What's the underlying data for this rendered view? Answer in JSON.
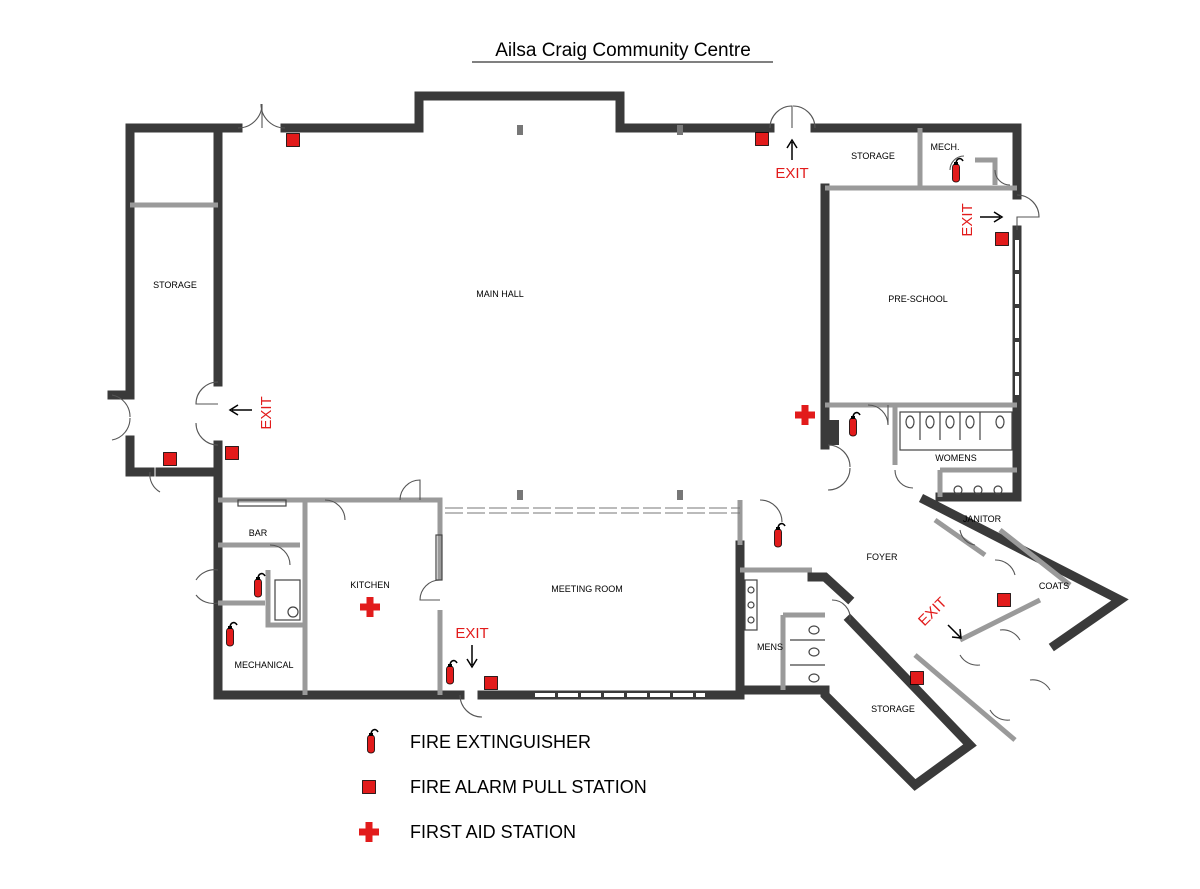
{
  "title": "Ailsa Craig Community Centre",
  "rooms": {
    "storage_west": "STORAGE",
    "main_hall": "MAIN HALL",
    "storage_ne": "STORAGE",
    "mech": "MECH.",
    "pre_school": "PRE-SCHOOL",
    "womens": "WOMENS",
    "janitor": "JANITOR",
    "foyer": "FOYER",
    "coats": "COATS",
    "storage_se": "STORAGE",
    "mens": "MENS",
    "meeting_room": "MEETING ROOM",
    "kitchen": "KITCHEN",
    "bar": "BAR",
    "mechanical": "MECHANICAL"
  },
  "exit_label": "EXIT",
  "legend": {
    "extinguisher": "FIRE EXTINGUISHER",
    "pull_station": "FIRE ALARM PULL STATION",
    "first_aid": "FIRST AID STATION"
  },
  "colors": {
    "safety_red": "#e21b1b",
    "wall": "#3a3a3a"
  },
  "icons": [
    "fire-extinguisher-icon",
    "fire-alarm-pull-station-icon",
    "first-aid-icon",
    "exit-arrow-icon"
  ]
}
